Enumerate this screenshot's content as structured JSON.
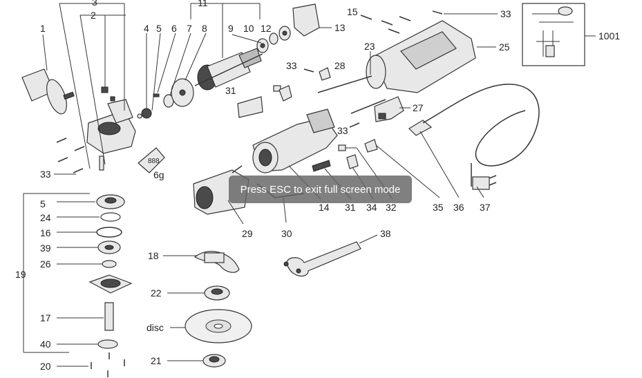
{
  "toast": {
    "message": "Press ESC to exit full screen mode"
  },
  "callouts": {
    "c1": "1",
    "c2": "2",
    "c3": "3",
    "c4": "4",
    "c5": "5",
    "c6": "6",
    "c7": "7",
    "c8": "8",
    "c9": "9",
    "c10": "10",
    "c11": "11",
    "c12": "12",
    "c13": "13",
    "c14": "14",
    "c15": "15",
    "c16": "16",
    "c17": "17",
    "c18": "18",
    "c19": "19",
    "c20": "20",
    "c21": "21",
    "c22": "22",
    "c23": "23",
    "c24": "24",
    "c25": "25",
    "c26": "26",
    "c27": "27",
    "c28": "28",
    "c29": "29",
    "c30": "30",
    "c31": "31",
    "c31b": "31",
    "c32": "32",
    "c33a": "33",
    "c33b": "33",
    "c33c": "33",
    "c33d": "33",
    "c34": "34",
    "c35": "35",
    "c36": "36",
    "c37": "37",
    "c38": "38",
    "c39": "39",
    "c40": "40",
    "c5b": "5",
    "c1001": "1001",
    "disc": "disc",
    "grease": "6g",
    "grease_label": "888"
  }
}
